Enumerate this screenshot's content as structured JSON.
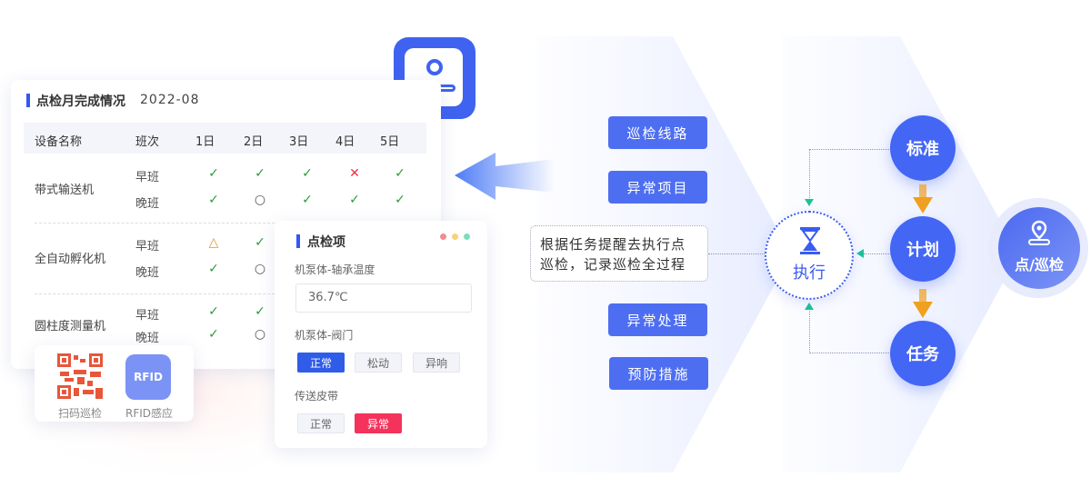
{
  "table_card": {
    "title": "点检月完成情况",
    "month": "2022-08",
    "headers": [
      "设备名称",
      "班次",
      "1日",
      "2日",
      "3日",
      "4日",
      "5日"
    ],
    "devices": [
      {
        "name": "带式输送机",
        "shifts": [
          {
            "label": "早班",
            "marks": [
              "✓",
              "✓",
              "✓",
              "✕",
              "✓"
            ]
          },
          {
            "label": "晚班",
            "marks": [
              "✓",
              "○",
              "✓",
              "✓",
              "✓"
            ]
          }
        ]
      },
      {
        "name": "全自动孵化机",
        "shifts": [
          {
            "label": "早班",
            "marks": [
              "△",
              "✓"
            ]
          },
          {
            "label": "晚班",
            "marks": [
              "✓",
              "○"
            ]
          }
        ]
      },
      {
        "name": "圆柱度测量机",
        "shifts": [
          {
            "label": "早班",
            "marks": [
              "✓",
              "✓"
            ]
          },
          {
            "label": "晚班",
            "marks": [
              "✓",
              "○"
            ]
          }
        ]
      }
    ]
  },
  "scan_card": {
    "qr_label": "扫码巡检",
    "rfid_label": "RFID感应",
    "rfid_text": "RFID"
  },
  "check_card": {
    "title": "点检项",
    "item1_label": "机泵体-轴承温度",
    "item1_value": "36.7℃",
    "item2_label": "机泵体-阀门",
    "item2_options": [
      "正常",
      "松动",
      "异响"
    ],
    "item3_label": "传送皮带",
    "item3_options": [
      "正常",
      "异常"
    ]
  },
  "flow": {
    "buttons": [
      "巡检线路",
      "异常项目",
      "异常处理",
      "预防措施"
    ],
    "description": "根据任务提醒去执行点巡检，记录巡检全过程",
    "execute": "执行",
    "steps": [
      "标准",
      "计划",
      "任务"
    ],
    "hub": "点/巡检"
  },
  "colors": {
    "primary": "#4466f5",
    "ok": "#2a9d3a",
    "bad": "#f03040",
    "warn": "#e0962a",
    "danger_btn": "#f5325c",
    "arrow": "#f0a020",
    "teal": "#19c39a"
  }
}
